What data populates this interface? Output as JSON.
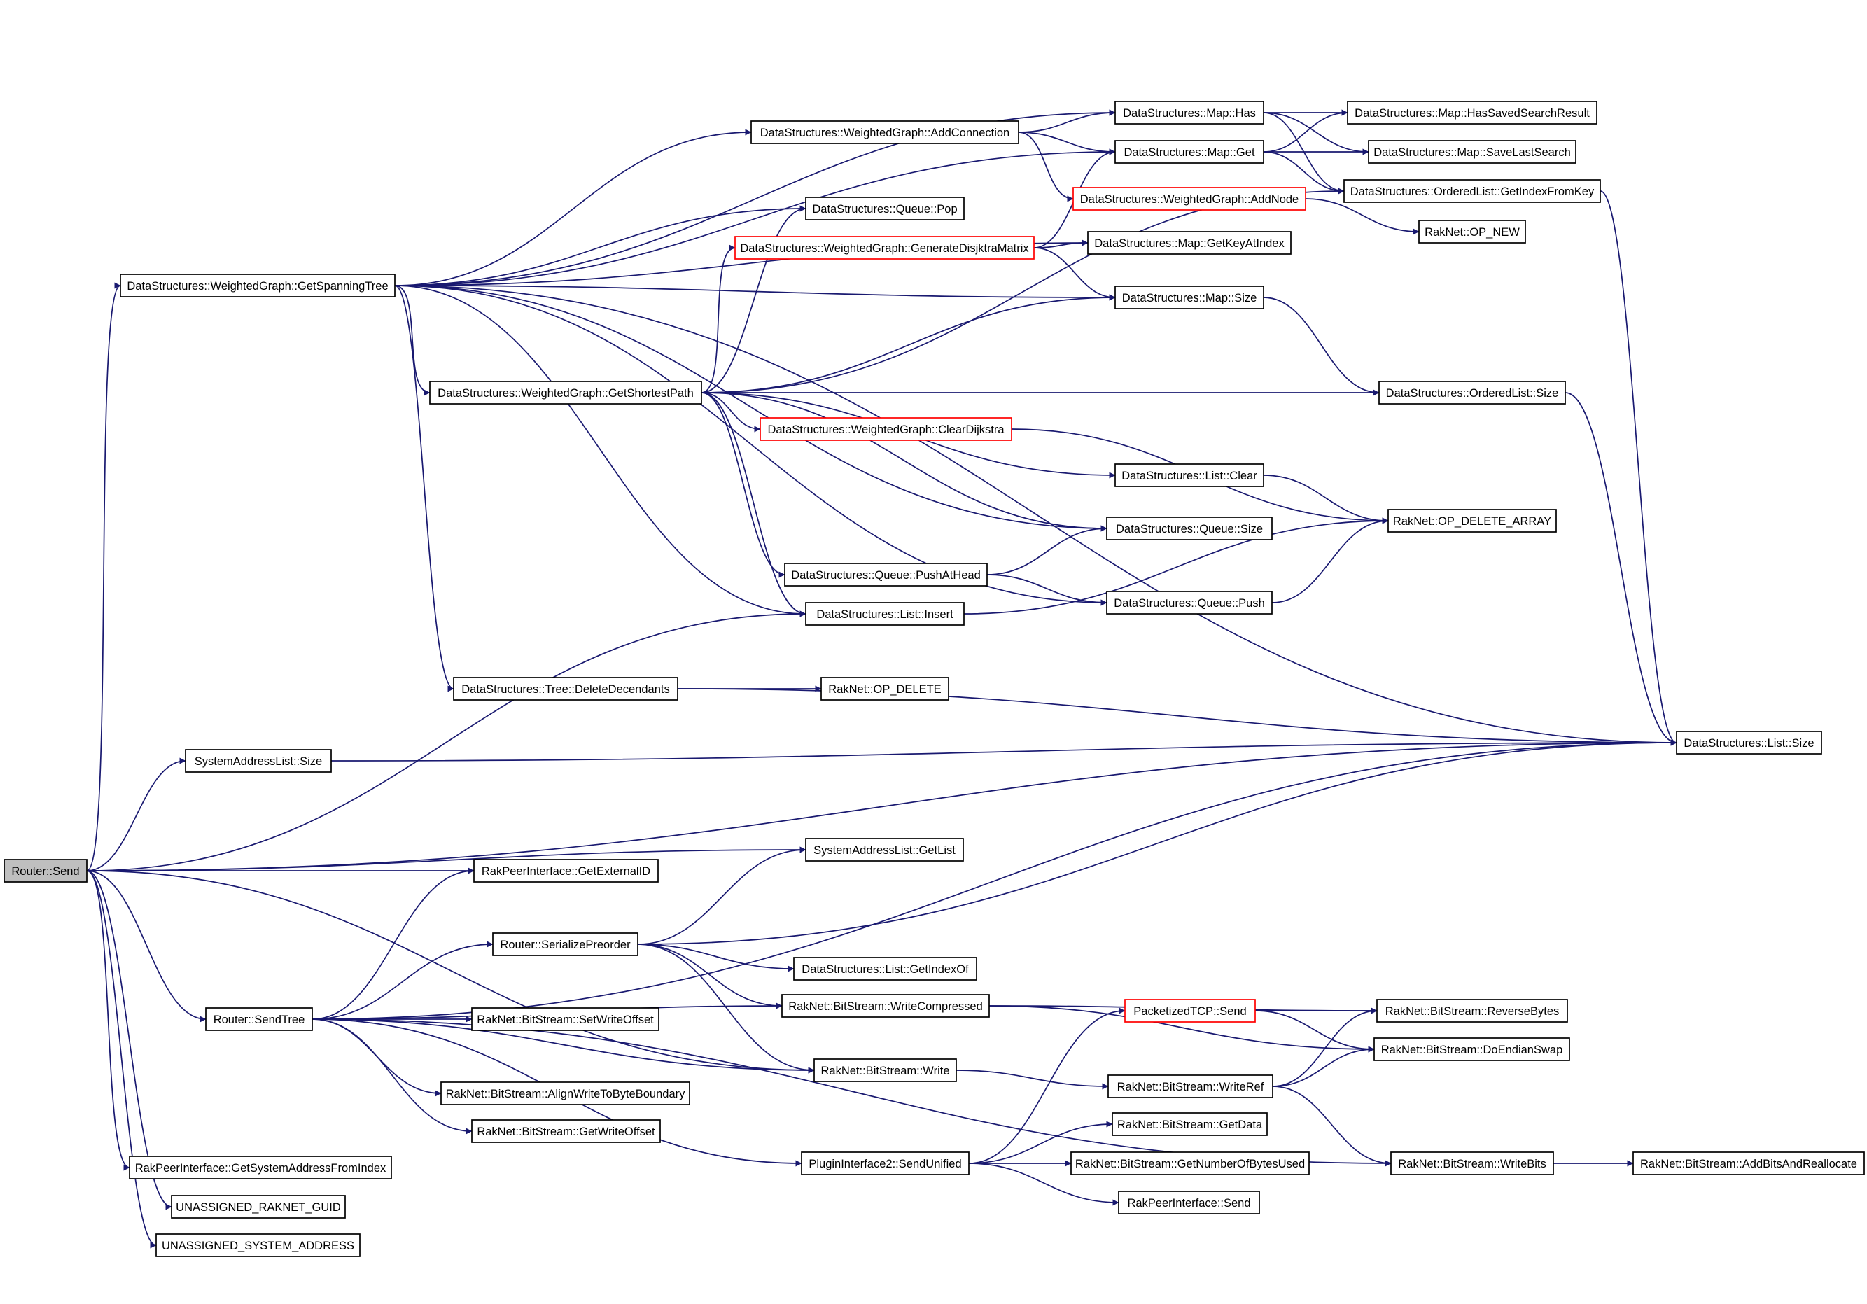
{
  "colors": {
    "edge": "#191970",
    "node_border": "#000000",
    "truncated_border": "#ff0000",
    "root_fill": "#bfbfbf",
    "node_fill": "#ffffff"
  },
  "nodes": [
    {
      "id": "router_send",
      "label": "Router::Send",
      "style": "root"
    },
    {
      "id": "wg_getspanningtree",
      "label": "DataStructures::WeightedGraph::GetSpanningTree",
      "style": "normal"
    },
    {
      "id": "systemaddresslist_size",
      "label": "SystemAddressList::Size",
      "style": "normal"
    },
    {
      "id": "router_sendtree",
      "label": "Router::SendTree",
      "style": "normal"
    },
    {
      "id": "rakpeer_getsysaddr",
      "label": "RakPeerInterface::GetSystemAddressFromIndex",
      "style": "normal"
    },
    {
      "id": "unassigned_guid",
      "label": "UNASSIGNED_RAKNET_GUID",
      "style": "normal"
    },
    {
      "id": "unassigned_sysaddr",
      "label": "UNASSIGNED_SYSTEM_ADDRESS",
      "style": "normal"
    },
    {
      "id": "wg_getshortestpath",
      "label": "DataStructures::WeightedGraph::GetShortestPath",
      "style": "normal"
    },
    {
      "id": "tree_deletedecendants",
      "label": "DataStructures::Tree::DeleteDecendants",
      "style": "normal"
    },
    {
      "id": "rakpeer_getexternalid",
      "label": "RakPeerInterface::GetExternalID",
      "style": "normal"
    },
    {
      "id": "router_serializepreorder",
      "label": "Router::SerializePreorder",
      "style": "normal"
    },
    {
      "id": "bs_setwriteoffset",
      "label": "RakNet::BitStream::SetWriteOffset",
      "style": "normal"
    },
    {
      "id": "bs_alignwrite",
      "label": "RakNet::BitStream::AlignWriteToByteBoundary",
      "style": "normal"
    },
    {
      "id": "bs_getwriteoffset",
      "label": "RakNet::BitStream::GetWriteOffset",
      "style": "normal"
    },
    {
      "id": "wg_addconnection",
      "label": "DataStructures::WeightedGraph::AddConnection",
      "style": "normal"
    },
    {
      "id": "queue_pop",
      "label": "DataStructures::Queue::Pop",
      "style": "normal"
    },
    {
      "id": "wg_generatematrix",
      "label": "DataStructures::WeightedGraph::GenerateDisjktraMatrix",
      "style": "truncated"
    },
    {
      "id": "wg_cleardijkstra",
      "label": "DataStructures::WeightedGraph::ClearDijkstra",
      "style": "truncated"
    },
    {
      "id": "queue_pushathead",
      "label": "DataStructures::Queue::PushAtHead",
      "style": "normal"
    },
    {
      "id": "list_insert",
      "label": "DataStructures::List::Insert",
      "style": "normal"
    },
    {
      "id": "raknet_op_delete",
      "label": "RakNet::OP_DELETE",
      "style": "normal"
    },
    {
      "id": "systemaddresslist_getlist",
      "label": "SystemAddressList::GetList",
      "style": "normal"
    },
    {
      "id": "list_getindexof",
      "label": "DataStructures::List::GetIndexOf",
      "style": "normal"
    },
    {
      "id": "bs_writecompressed",
      "label": "RakNet::BitStream::WriteCompressed",
      "style": "normal"
    },
    {
      "id": "bs_write",
      "label": "RakNet::BitStream::Write",
      "style": "normal"
    },
    {
      "id": "plugin_sendunified",
      "label": "PluginInterface2::SendUnified",
      "style": "normal"
    },
    {
      "id": "map_has",
      "label": "DataStructures::Map::Has",
      "style": "normal"
    },
    {
      "id": "map_get",
      "label": "DataStructures::Map::Get",
      "style": "normal"
    },
    {
      "id": "wg_addnode",
      "label": "DataStructures::WeightedGraph::AddNode",
      "style": "truncated"
    },
    {
      "id": "map_getkeyatindex",
      "label": "DataStructures::Map::GetKeyAtIndex",
      "style": "normal"
    },
    {
      "id": "map_size",
      "label": "DataStructures::Map::Size",
      "style": "normal"
    },
    {
      "id": "list_clear",
      "label": "DataStructures::List::Clear",
      "style": "normal"
    },
    {
      "id": "queue_size",
      "label": "DataStructures::Queue::Size",
      "style": "normal"
    },
    {
      "id": "queue_push",
      "label": "DataStructures::Queue::Push",
      "style": "normal"
    },
    {
      "id": "packetizedtcp_send",
      "label": "PacketizedTCP::Send",
      "style": "truncated"
    },
    {
      "id": "bs_writeref",
      "label": "RakNet::BitStream::WriteRef",
      "style": "normal"
    },
    {
      "id": "bs_getdata",
      "label": "RakNet::BitStream::GetData",
      "style": "normal"
    },
    {
      "id": "bs_getnumberofbytesused",
      "label": "RakNet::BitStream::GetNumberOfBytesUsed",
      "style": "normal"
    },
    {
      "id": "rakpeer_send",
      "label": "RakPeerInterface::Send",
      "style": "normal"
    },
    {
      "id": "map_hassavedsearchresult",
      "label": "DataStructures::Map::HasSavedSearchResult",
      "style": "normal"
    },
    {
      "id": "map_savelastsearch",
      "label": "DataStructures::Map::SaveLastSearch",
      "style": "normal"
    },
    {
      "id": "orderedlist_getindexfromkey",
      "label": "DataStructures::OrderedList::GetIndexFromKey",
      "style": "normal"
    },
    {
      "id": "raknet_op_new",
      "label": "RakNet::OP_NEW",
      "style": "normal"
    },
    {
      "id": "orderedlist_size",
      "label": "DataStructures::OrderedList::Size",
      "style": "normal"
    },
    {
      "id": "raknet_op_delete_array",
      "label": "RakNet::OP_DELETE_ARRAY",
      "style": "normal"
    },
    {
      "id": "bs_reversebytes",
      "label": "RakNet::BitStream::ReverseBytes",
      "style": "normal"
    },
    {
      "id": "bs_doendianswap",
      "label": "RakNet::BitStream::DoEndianSwap",
      "style": "normal"
    },
    {
      "id": "bs_writebits",
      "label": "RakNet::BitStream::WriteBits",
      "style": "normal"
    },
    {
      "id": "list_size",
      "label": "DataStructures::List::Size",
      "style": "normal"
    },
    {
      "id": "bs_addbitsandreallocate",
      "label": "RakNet::BitStream::AddBitsAndReallocate",
      "style": "normal"
    }
  ],
  "edges": [
    [
      "router_send",
      "wg_getspanningtree"
    ],
    [
      "router_send",
      "systemaddresslist_size"
    ],
    [
      "router_send",
      "list_size"
    ],
    [
      "router_send",
      "systemaddresslist_getlist"
    ],
    [
      "router_send",
      "rakpeer_getexternalid"
    ],
    [
      "router_send",
      "router_sendtree"
    ],
    [
      "router_send",
      "list_insert"
    ],
    [
      "router_send",
      "bs_write"
    ],
    [
      "router_send",
      "rakpeer_getsysaddr"
    ],
    [
      "router_send",
      "unassigned_guid"
    ],
    [
      "router_send",
      "unassigned_sysaddr"
    ],
    [
      "wg_getspanningtree",
      "wg_addconnection"
    ],
    [
      "wg_getspanningtree",
      "map_has"
    ],
    [
      "wg_getspanningtree",
      "map_get"
    ],
    [
      "wg_getspanningtree",
      "map_getkeyatindex"
    ],
    [
      "wg_getspanningtree",
      "queue_pop"
    ],
    [
      "wg_getspanningtree",
      "map_size"
    ],
    [
      "wg_getspanningtree",
      "wg_getshortestpath"
    ],
    [
      "wg_getspanningtree",
      "queue_size"
    ],
    [
      "wg_getspanningtree",
      "list_insert"
    ],
    [
      "wg_getspanningtree",
      "queue_push"
    ],
    [
      "wg_getspanningtree",
      "tree_deletedecendants"
    ],
    [
      "wg_getspanningtree",
      "list_size"
    ],
    [
      "wg_addconnection",
      "map_has"
    ],
    [
      "wg_addconnection",
      "map_get"
    ],
    [
      "wg_addconnection",
      "wg_addnode"
    ],
    [
      "wg_getshortestpath",
      "queue_pop"
    ],
    [
      "wg_getshortestpath",
      "wg_generatematrix"
    ],
    [
      "wg_getshortestpath",
      "map_size"
    ],
    [
      "wg_getshortestpath",
      "orderedlist_getindexfromkey"
    ],
    [
      "wg_getshortestpath",
      "orderedlist_size"
    ],
    [
      "wg_getshortestpath",
      "wg_cleardijkstra"
    ],
    [
      "wg_getshortestpath",
      "list_clear"
    ],
    [
      "wg_getshortestpath",
      "queue_size"
    ],
    [
      "wg_getshortestpath",
      "queue_pushathead"
    ],
    [
      "wg_getshortestpath",
      "list_insert"
    ],
    [
      "wg_generatematrix",
      "map_get"
    ],
    [
      "wg_generatematrix",
      "map_getkeyatindex"
    ],
    [
      "wg_generatematrix",
      "map_size"
    ],
    [
      "map_has",
      "map_hassavedsearchresult"
    ],
    [
      "map_has",
      "map_savelastsearch"
    ],
    [
      "map_has",
      "orderedlist_getindexfromkey"
    ],
    [
      "map_get",
      "map_hassavedsearchresult"
    ],
    [
      "map_get",
      "map_savelastsearch"
    ],
    [
      "map_get",
      "orderedlist_getindexfromkey"
    ],
    [
      "wg_addnode",
      "raknet_op_new"
    ],
    [
      "map_size",
      "orderedlist_size"
    ],
    [
      "orderedlist_getindexfromkey",
      "list_size"
    ],
    [
      "orderedlist_size",
      "list_size"
    ],
    [
      "wg_cleardijkstra",
      "raknet_op_delete_array"
    ],
    [
      "list_clear",
      "raknet_op_delete_array"
    ],
    [
      "queue_pushathead",
      "queue_size"
    ],
    [
      "queue_pushathead",
      "queue_push"
    ],
    [
      "list_insert",
      "raknet_op_delete_array"
    ],
    [
      "queue_push",
      "raknet_op_delete_array"
    ],
    [
      "tree_deletedecendants",
      "raknet_op_delete"
    ],
    [
      "tree_deletedecendants",
      "list_size"
    ],
    [
      "systemaddresslist_size",
      "list_size"
    ],
    [
      "router_sendtree",
      "rakpeer_getexternalid"
    ],
    [
      "router_sendtree",
      "list_size"
    ],
    [
      "router_sendtree",
      "router_serializepreorder"
    ],
    [
      "router_sendtree",
      "bs_writecompressed"
    ],
    [
      "router_sendtree",
      "bs_setwriteoffset"
    ],
    [
      "router_sendtree",
      "bs_write"
    ],
    [
      "router_sendtree",
      "bs_alignwrite"
    ],
    [
      "router_sendtree",
      "bs_getwriteoffset"
    ],
    [
      "router_sendtree",
      "plugin_sendunified"
    ],
    [
      "router_sendtree",
      "bs_writebits"
    ],
    [
      "router_serializepreorder",
      "systemaddresslist_getlist"
    ],
    [
      "router_serializepreorder",
      "list_size"
    ],
    [
      "router_serializepreorder",
      "list_getindexof"
    ],
    [
      "router_serializepreorder",
      "bs_writecompressed"
    ],
    [
      "router_serializepreorder",
      "bs_write"
    ],
    [
      "bs_writecompressed",
      "bs_reversebytes"
    ],
    [
      "bs_writecompressed",
      "bs_doendianswap"
    ],
    [
      "bs_write",
      "bs_writeref"
    ],
    [
      "plugin_sendunified",
      "packetizedtcp_send"
    ],
    [
      "plugin_sendunified",
      "bs_getdata"
    ],
    [
      "plugin_sendunified",
      "bs_getnumberofbytesused"
    ],
    [
      "plugin_sendunified",
      "rakpeer_send"
    ],
    [
      "packetizedtcp_send",
      "bs_reversebytes"
    ],
    [
      "packetizedtcp_send",
      "bs_doendianswap"
    ],
    [
      "bs_writeref",
      "bs_reversebytes"
    ],
    [
      "bs_writeref",
      "bs_doendianswap"
    ],
    [
      "bs_writeref",
      "bs_writebits"
    ],
    [
      "bs_writebits",
      "bs_addbitsandreallocate"
    ]
  ]
}
